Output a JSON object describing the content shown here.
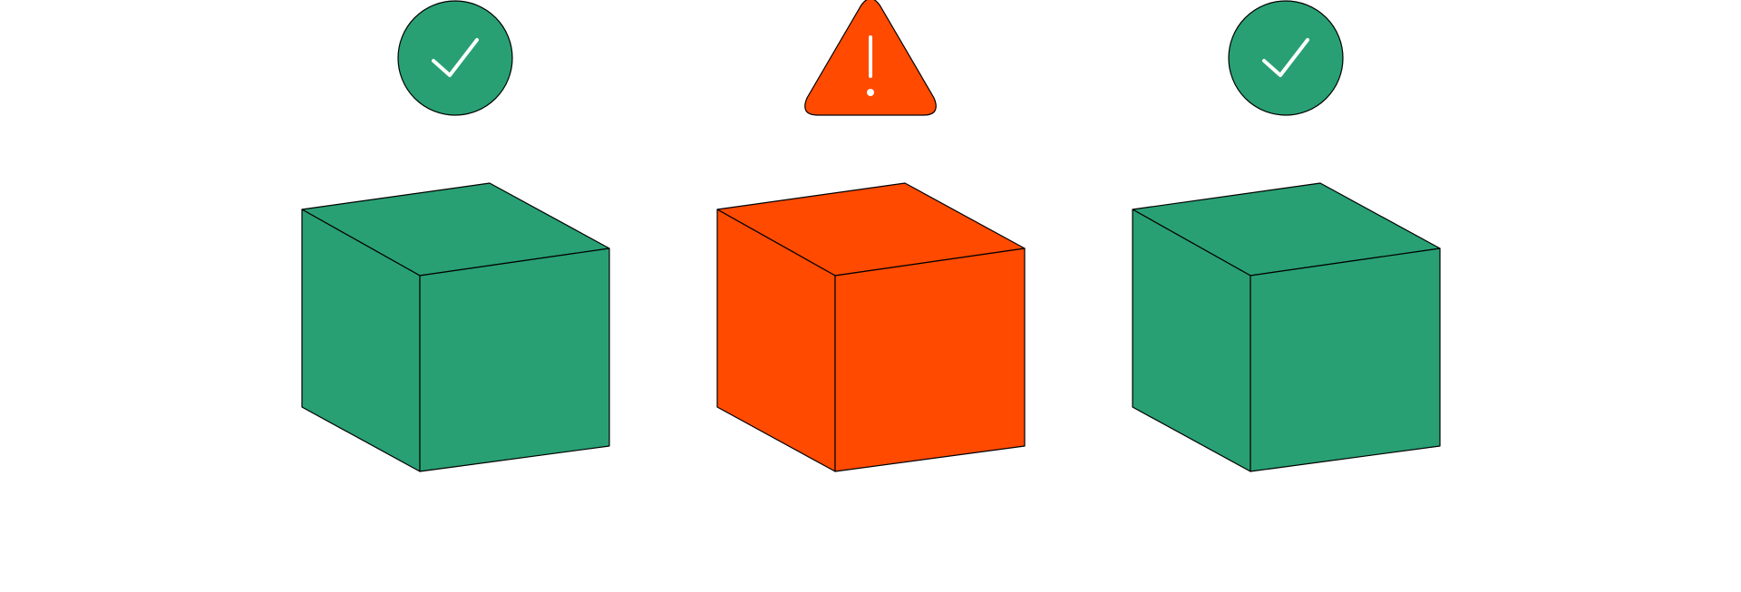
{
  "colors": {
    "ok": "#28A073",
    "warning": "#FF4A00",
    "outline": "#000000",
    "symbol": "#FFFFFF",
    "background": "#FFFFFF"
  },
  "items": [
    {
      "status": "ok",
      "status_icon": "check-circle-icon",
      "object_icon": "cube-icon"
    },
    {
      "status": "warning",
      "status_icon": "warning-triangle-icon",
      "object_icon": "cube-icon"
    },
    {
      "status": "ok",
      "status_icon": "check-circle-icon",
      "object_icon": "cube-icon"
    }
  ]
}
